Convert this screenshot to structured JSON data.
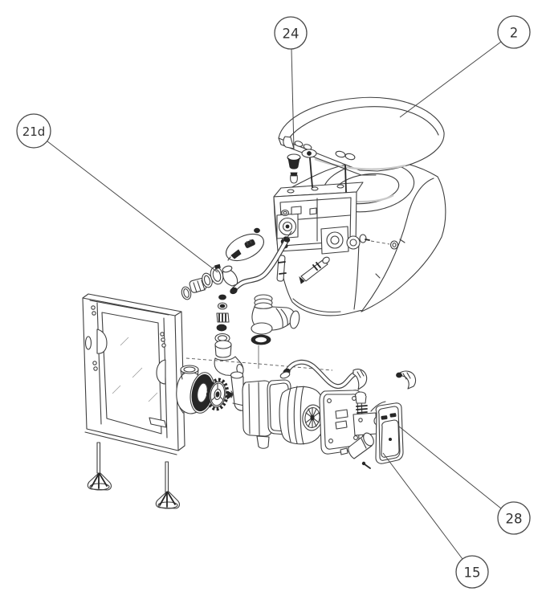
{
  "diagram": {
    "type": "exploded-parts-diagram",
    "callouts": [
      {
        "label": "24"
      },
      {
        "label": "2"
      },
      {
        "label": "21d"
      },
      {
        "label": "28"
      },
      {
        "label": "15"
      }
    ]
  },
  "colors": {
    "line": "#3f3f3f",
    "background": "#ffffff"
  }
}
